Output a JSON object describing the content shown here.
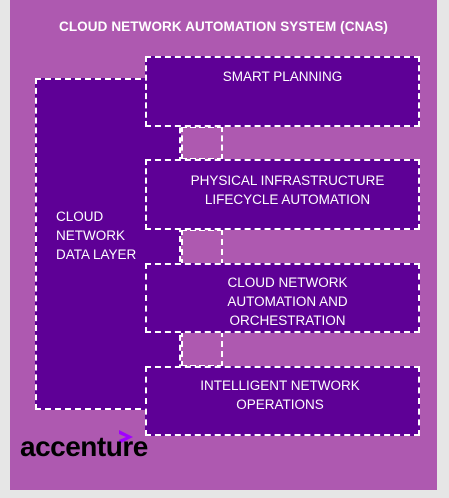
{
  "title": "CLOUD NETWORK AUTOMATION SYSTEM (CNAS)",
  "data_layer": "CLOUD NETWORK DATA LAYER",
  "modules": [
    {
      "label": "SMART PLANNING"
    },
    {
      "label": "PHYSICAL INFRASTRUCTURE LIFECYCLE AUTOMATION"
    },
    {
      "label": "CLOUD NETWORK AUTOMATION AND ORCHESTRATION"
    },
    {
      "label": "INTELLIGENT NETWORK OPERATIONS"
    }
  ],
  "logo": "accenture",
  "colors": {
    "panel": "#ae59b0",
    "box": "#5e0096",
    "dash": "#ffffff",
    "logo_accent": "#a100ff"
  }
}
